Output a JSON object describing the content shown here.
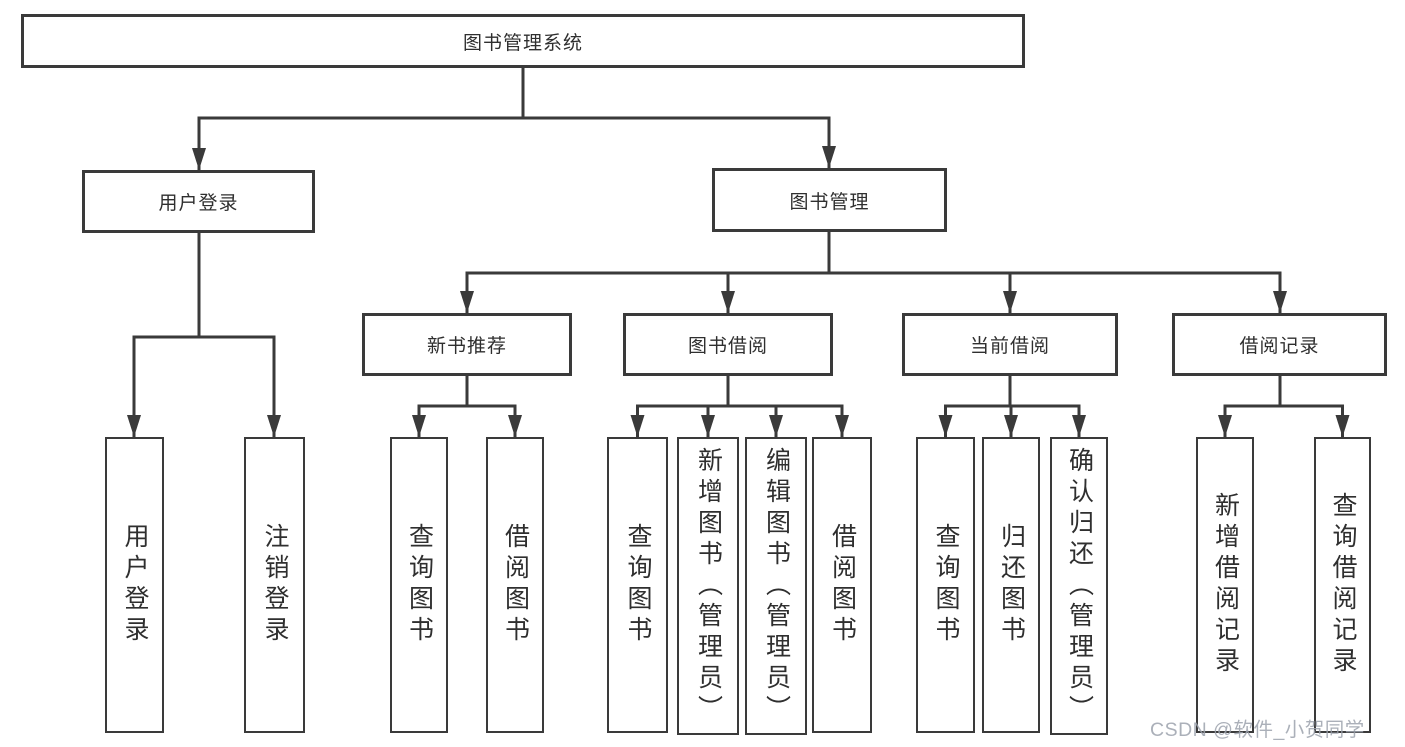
{
  "diagram": {
    "title": "图书管理系统",
    "root": {
      "label": "图书管理系统"
    },
    "level2": [
      {
        "label": "用户登录"
      },
      {
        "label": "图书管理"
      }
    ],
    "level3": [
      {
        "label": "新书推荐"
      },
      {
        "label": "图书借阅"
      },
      {
        "label": "当前借阅"
      },
      {
        "label": "借阅记录"
      }
    ],
    "leaves": [
      {
        "label": "用户登录"
      },
      {
        "label": "注销登录"
      },
      {
        "label": "查询图书"
      },
      {
        "label": "借阅图书"
      },
      {
        "label": "查询图书"
      },
      {
        "label": "新增图书（管理员）"
      },
      {
        "label": "编辑图书（管理员）"
      },
      {
        "label": "借阅图书"
      },
      {
        "label": "查询图书"
      },
      {
        "label": "归还图书"
      },
      {
        "label": "确认归还（管理员）"
      },
      {
        "label": "新增借阅记录"
      },
      {
        "label": "查询借阅记录"
      }
    ]
  },
  "watermark": {
    "text": "CSDN @软件_小贺同学"
  },
  "colors": {
    "background": "#ffffff",
    "line": "#3a3a3a",
    "box_fill": "#ffffff",
    "text": "#2f2f2f",
    "watermark": "#9ca2ad"
  }
}
